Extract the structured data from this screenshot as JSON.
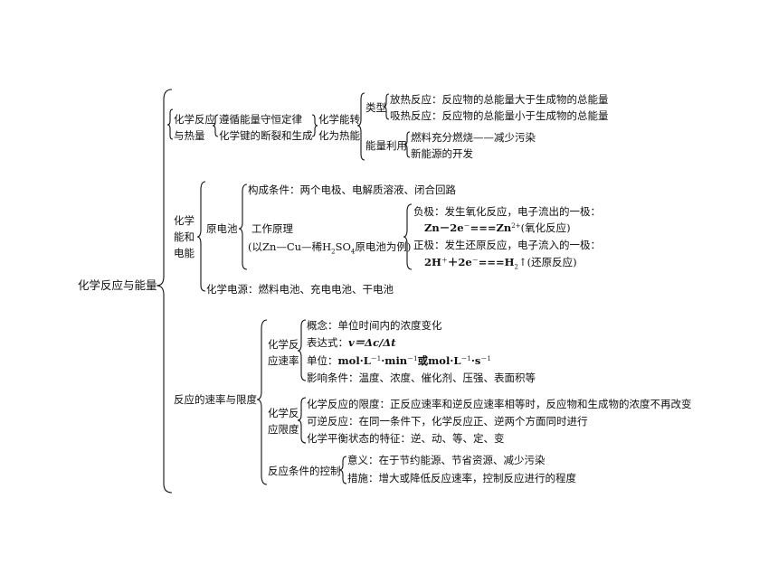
{
  "root": "化学反应与能量",
  "heat": {
    "title_l1": "化学反应",
    "title_l2": "与热量",
    "law1": "遵循能量守恒定律",
    "law2": "化学键的断裂和生成",
    "conv_l1": "化学能转",
    "conv_l2": "化为热能",
    "type_label": "类型",
    "exo": "放热反应：反应物的总能量大于生成物的总能量",
    "endo": "吸热反应：反应物的总能量小于生成物的总能量",
    "use_label": "能量利用",
    "use1": "燃料充分燃烧——减少污染",
    "use2": "新能源的开发"
  },
  "elec": {
    "title_l1": "化学",
    "title_l2": "能和",
    "title_l3": "电能",
    "cell": "原电池",
    "cond": "构成条件：两个电极、电解质溶液、闭合回路",
    "work": "工作原理",
    "work_ex_a": "(以Zn—Cu—稀H",
    "work_ex_sub": "2",
    "work_ex_b": "SO",
    "work_ex_sub2": "4",
    "work_ex_c": "原电池为例)",
    "neg": "负极：发生氧化反应，电子流出的一极：",
    "neg_eq_a": "Zn－2e",
    "neg_eq_sup": "－",
    "neg_eq_b": "===Zn",
    "neg_eq_sup2": "2+",
    "neg_eq_c": "(氧化反应)",
    "pos": "正极：发生还原反应，电子流入的一极：",
    "pos_eq_a": "2H",
    "pos_eq_sup": "＋",
    "pos_eq_b": "＋2e",
    "pos_eq_sup2": "－",
    "pos_eq_c": "===H",
    "pos_eq_sub": "2",
    "pos_eq_d": "↑(还原反应)",
    "source": "化学电源：燃料电池、充电电池、干电池"
  },
  "rate": {
    "title": "反应的速率与限度",
    "speed_l1": "化学反",
    "speed_l2": "应速率",
    "concept": "概念：单位时间内的浓度变化",
    "expr_a": "表达式：",
    "expr_b": "v＝Δc/Δt",
    "unit_a": "单位：",
    "unit_b": "mol·L",
    "unit_sup": "－1",
    "unit_c": "·min",
    "unit_sup2": "－1",
    "unit_d": "或mol·L",
    "unit_sup3": "－1",
    "unit_e": "·s",
    "unit_sup4": "－1",
    "factor": "影响条件：温度、浓度、催化剂、压强、表面积等",
    "limit_l1": "化学反",
    "limit_l2": "应限度",
    "limit1": "化学反应的限度：正反应速率和逆反应速率相等时，反应物和生成物的浓度不再改变",
    "limit2": "可逆反应：在同一条件下，化学反应正、逆两个方面同时进行",
    "limit3": "化学平衡状态的特征：逆、动、等、定、变",
    "ctrl": "反应条件的控制",
    "ctrl1": "意义：在于节约能源、节省资源、减少污染",
    "ctrl2": "措施：增大或降低反应速率，控制反应进行的程度"
  }
}
